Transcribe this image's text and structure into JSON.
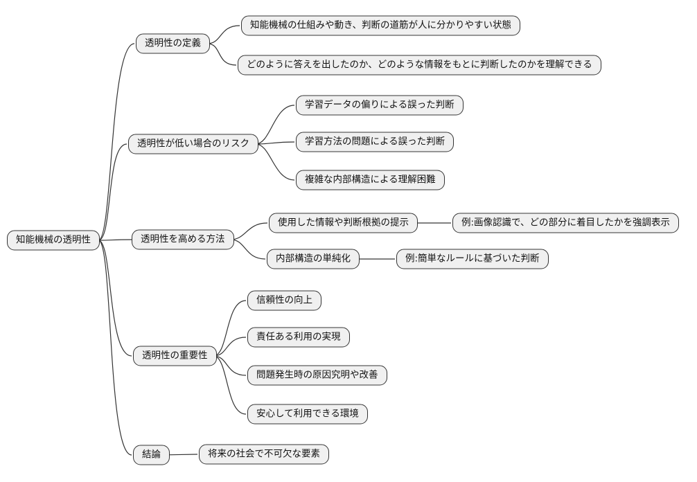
{
  "colors": {
    "background": "#ffffff",
    "node_fill": "#f0f0f0",
    "node_border": "#333333",
    "connector": "#333333"
  },
  "mindmap": {
    "root": {
      "label": "知能機械の透明性"
    },
    "branches": [
      {
        "label": "透明性の定義",
        "children": [
          {
            "label": "知能機械の仕組みや動き、判断の道筋が人に分かりやすい状態"
          },
          {
            "label": "どのように答えを出したのか、どのような情報をもとに判断したのかを理解できる"
          }
        ]
      },
      {
        "label": "透明性が低い場合のリスク",
        "children": [
          {
            "label": "学習データの偏りによる誤った判断"
          },
          {
            "label": "学習方法の問題による誤った判断"
          },
          {
            "label": "複雑な内部構造による理解困難"
          }
        ]
      },
      {
        "label": "透明性を高める方法",
        "children": [
          {
            "label": "使用した情報や判断根拠の提示",
            "children": [
              {
                "label": "例:画像認識で、どの部分に着目したかを強調表示"
              }
            ]
          },
          {
            "label": "内部構造の単純化",
            "children": [
              {
                "label": "例:簡単なルールに基づいた判断"
              }
            ]
          }
        ]
      },
      {
        "label": "透明性の重要性",
        "children": [
          {
            "label": "信頼性の向上"
          },
          {
            "label": "責任ある利用の実現"
          },
          {
            "label": "問題発生時の原因究明や改善"
          },
          {
            "label": "安心して利用できる環境"
          }
        ]
      },
      {
        "label": "結論",
        "children": [
          {
            "label": "将来の社会で不可欠な要素"
          }
        ]
      }
    ]
  }
}
